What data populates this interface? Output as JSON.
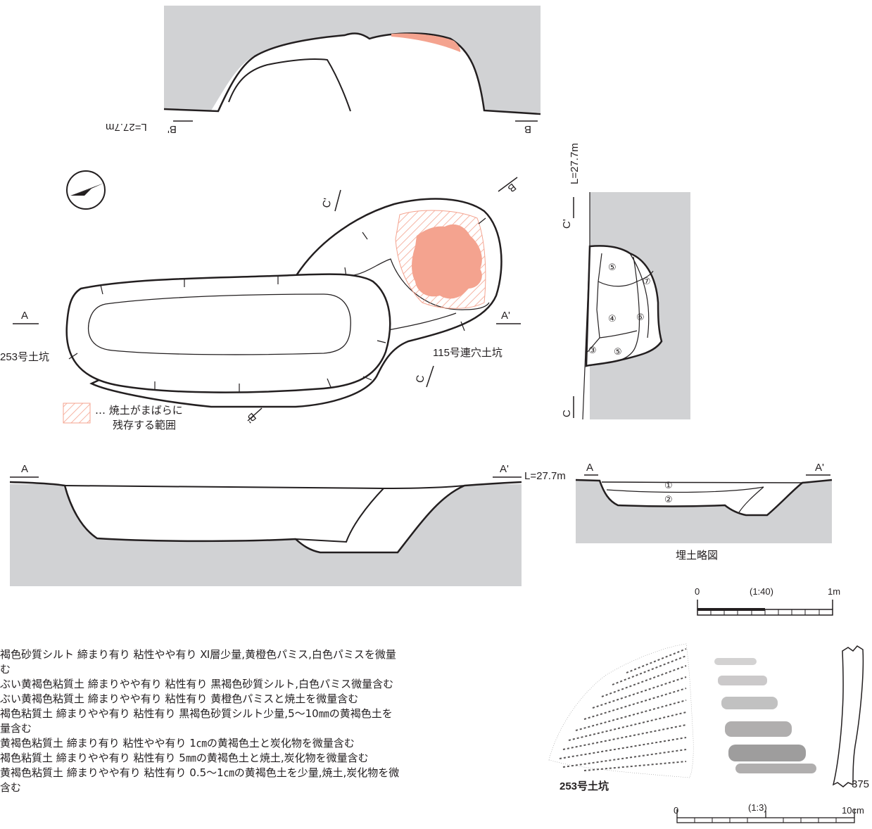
{
  "colors": {
    "fill_gray": "#d1d2d4",
    "burnt": "#f4a38f",
    "line": "#231f20",
    "white": "#ffffff"
  },
  "section_b": {
    "left_label": "B'",
    "level": "L=27.7m",
    "right_label": "B"
  },
  "plan": {
    "pit_253": "253号土坑",
    "pit_115": "115号連穴土坑",
    "marker_a": "A",
    "marker_a_prime": "A'",
    "marker_b": "B",
    "marker_b_prime": "B'",
    "marker_c": "C",
    "marker_c_prime": "C'",
    "legend_line1": "… 焼土がまばらに",
    "legend_line2": "残存する範囲"
  },
  "section_c": {
    "top_label": "C'",
    "level": "L=27.7m",
    "bottom_label": "C",
    "layers": [
      "⑤",
      "⑦",
      "④",
      "⑥",
      "③",
      "⑤"
    ]
  },
  "section_a": {
    "left_label": "A",
    "right_label": "A'",
    "level": "L=27.7m"
  },
  "fill_sketch": {
    "left_label": "A",
    "right_label": "A'",
    "layers": [
      "①",
      "②"
    ],
    "caption": "埋土略図"
  },
  "scale_40": {
    "zero": "0",
    "ratio": "(1:40)",
    "max": "1m"
  },
  "scale_3": {
    "zero": "0",
    "ratio": "(1:3)",
    "max": "10cm"
  },
  "artifact": {
    "caption": "253号土坑",
    "number": "375"
  },
  "notes": [
    "褐色砂質シルト 締まり有り 粘性やや有り Ⅺ層少量,黄橙色パミス,白色パミスを微量",
    "む",
    "ぶい黄褐色粘質土 締まりやや有り 粘性有り 黒褐色砂質シルト,白色パミス微量含む",
    "ぶい黄褐色粘質土 締まりやや有り 粘性有り 黄橙色パミスと焼土を微量含む",
    "褐色粘質土 締まりやや有り 粘性有り 黒褐色砂質シルト少量,5～10㎜の黄褐色土を",
    "量含む",
    "黄褐色粘質土 締まり有り 粘性やや有り 1㎝の黄褐色土と炭化物を微量含む",
    "褐色粘質土 締まりやや有り 粘性有り 5㎜の黄褐色土と焼土,炭化物を微量含む",
    "黄褐色粘質土 締まりやや有り 粘性有り 0.5～1㎝の黄褐色土を少量,焼土,炭化物を微",
    "含む"
  ]
}
